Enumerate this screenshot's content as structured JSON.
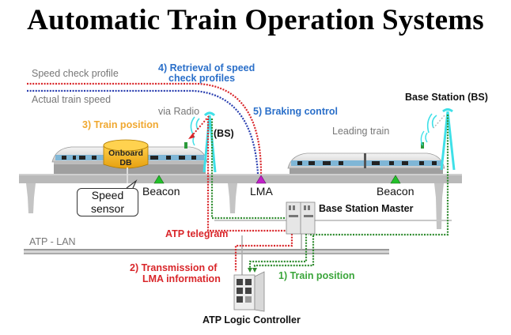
{
  "title": "Automatic Train Operation Systems",
  "legend": {
    "speed_check_profile": "Speed check profile",
    "actual_train_speed": "Actual train speed",
    "speed_check_color": "#d9262a",
    "actual_speed_color": "#2a3fb0"
  },
  "steps": {
    "step1": "1) Train position",
    "step2_line1": "2) Transmission of",
    "step2_line2": "LMA information",
    "step3": "3) Train position",
    "step4_line1": "4) Retrieval of speed",
    "step4_line2": "check profiles",
    "step5": "5) Braking control"
  },
  "labels": {
    "via_radio": "via Radio",
    "bs_short": "(BS)",
    "base_station": "Base Station (BS)",
    "leading_train": "Leading train",
    "onboard_db_line1": "Onboard",
    "onboard_db_line2": "DB",
    "beacon_left": "Beacon",
    "beacon_right": "Beacon",
    "lma": "LMA",
    "speed_sensor_line1": "Speed",
    "speed_sensor_line2": "sensor",
    "base_station_master": "Base Station Master",
    "atp_telegram": "ATP telegram",
    "atp_lan": "ATP - LAN",
    "atp_logic_controller": "ATP Logic Controller"
  },
  "colors": {
    "red_flow": "#d9262a",
    "green_flow": "#2e8b2e",
    "blue_flow": "#2a3fb0",
    "antenna": "#3fe0e8",
    "beacon": "#22c02a",
    "lma_marker": "#c020c8",
    "db": "#f5b820"
  }
}
